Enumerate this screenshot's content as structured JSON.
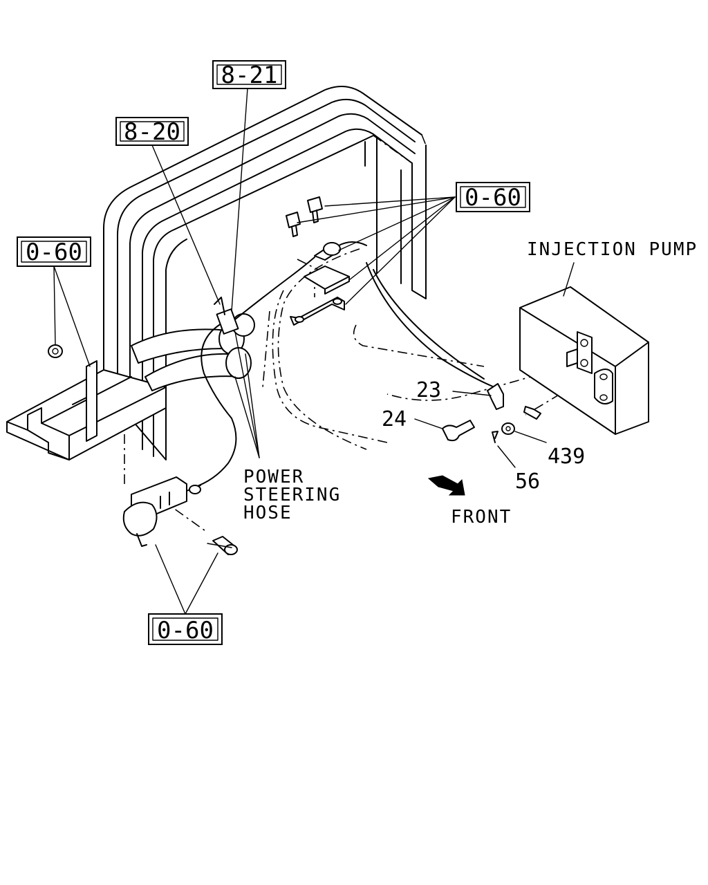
{
  "refs": {
    "ref_8_21": "8-21",
    "ref_8_20": "8-20",
    "ref_0_60_top": "0-60",
    "ref_0_60_left": "0-60",
    "ref_0_60_bottom": "0-60"
  },
  "labels": {
    "injection_pump": "INJECTION PUMP",
    "power_steering_hose_line1": "POWER",
    "power_steering_hose_line2": "STEERING",
    "power_steering_hose_line3": "HOSE",
    "front": "FRONT"
  },
  "part_numbers": {
    "p23": "23",
    "p24": "24",
    "p439": "439",
    "p56": "56"
  }
}
